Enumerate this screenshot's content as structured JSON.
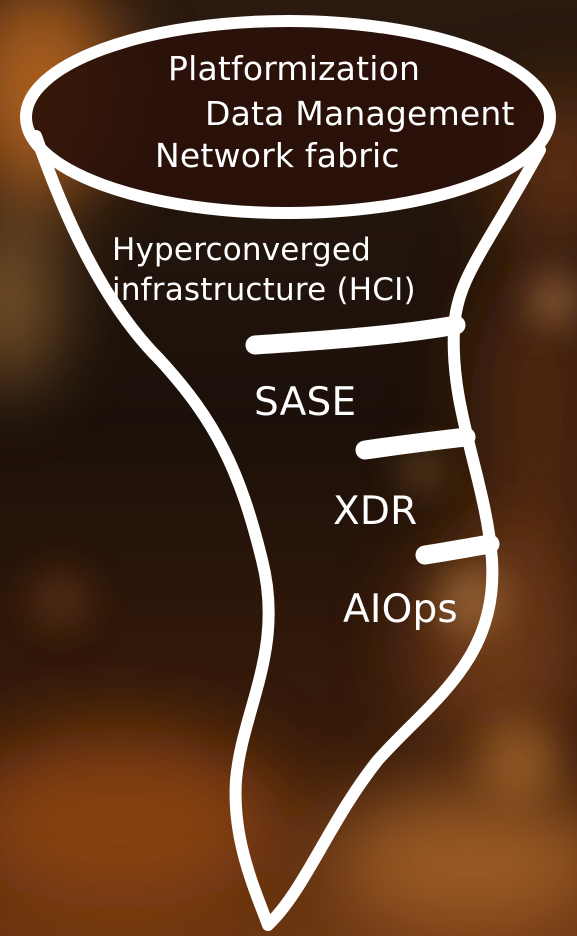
{
  "funnel": {
    "stroke_color": "#ffffff",
    "rim_fill": "#2a1109",
    "layers": [
      {
        "id": "platform",
        "text": "Platformization"
      },
      {
        "id": "data",
        "text": "Data Management"
      },
      {
        "id": "network",
        "text": "Network fabric"
      },
      {
        "id": "hci",
        "text": "Hyperconverged infrastructure (HCI)"
      },
      {
        "id": "sase",
        "text": "SASE"
      },
      {
        "id": "xdr",
        "text": "XDR"
      },
      {
        "id": "aiops",
        "text": "AIOps"
      }
    ]
  },
  "background": {
    "base_color": "#1a0f08",
    "glow_colors": [
      "#b9631f",
      "#e08a2c",
      "#7a3a12",
      "#c67f3a"
    ]
  }
}
